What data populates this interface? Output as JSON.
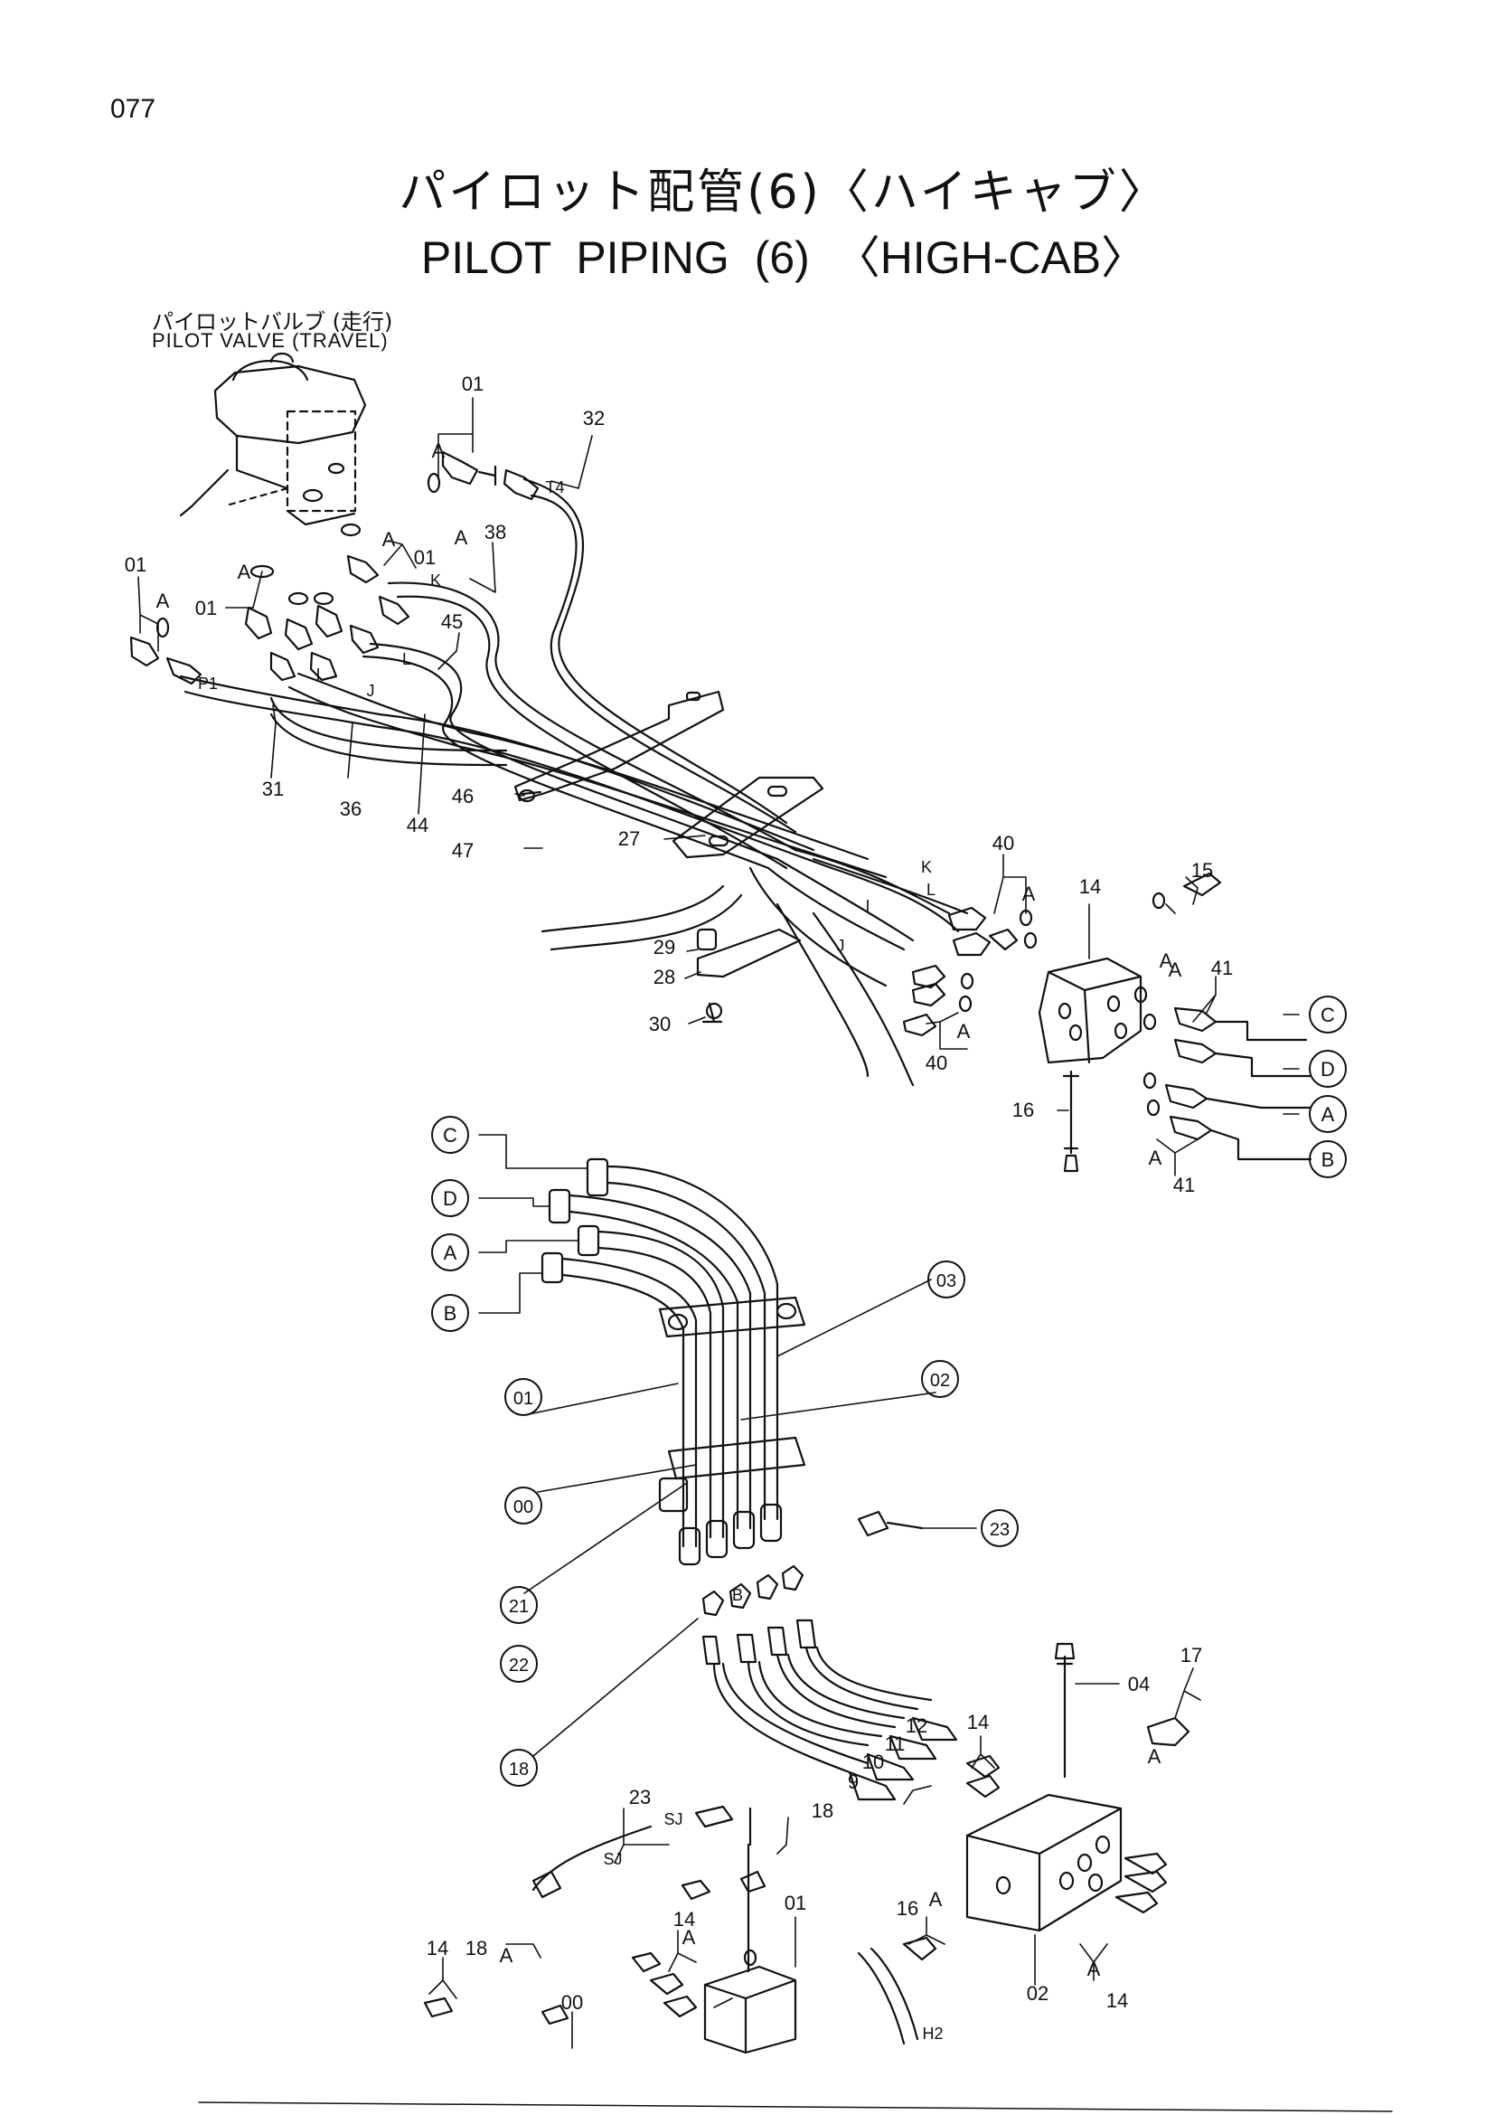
{
  "header": {
    "page_number": "077",
    "title_jp": "パイロット配管(6)〈ハイキャブ〉",
    "title_en": "PILOT   PIPING (6) 〈HIGH-CAB〉"
  },
  "component_label": {
    "jp": "パイロットバルブ (走行)",
    "en": "PILOT VALVE (TRAVEL)"
  },
  "part_numbers": [
    {
      "id": "01a",
      "text": "01"
    },
    {
      "id": "32",
      "text": "32"
    },
    {
      "id": "38",
      "text": "38"
    },
    {
      "id": "01b",
      "text": "01"
    },
    {
      "id": "01c",
      "text": "01"
    },
    {
      "id": "01d",
      "text": "01"
    },
    {
      "id": "45",
      "text": "45"
    },
    {
      "id": "31",
      "text": "31"
    },
    {
      "id": "36",
      "text": "36"
    },
    {
      "id": "44",
      "text": "44"
    },
    {
      "id": "46",
      "text": "46"
    },
    {
      "id": "47",
      "text": "47"
    },
    {
      "id": "27",
      "text": "27"
    },
    {
      "id": "29",
      "text": "29"
    },
    {
      "id": "28",
      "text": "28"
    },
    {
      "id": "30",
      "text": "30"
    },
    {
      "id": "40a",
      "text": "40"
    },
    {
      "id": "40b",
      "text": "40"
    },
    {
      "id": "14a",
      "text": "14"
    },
    {
      "id": "15",
      "text": "15"
    },
    {
      "id": "41a",
      "text": "41"
    },
    {
      "id": "16a",
      "text": "16"
    },
    {
      "id": "41b",
      "text": "41"
    },
    {
      "id": "04",
      "text": "04"
    },
    {
      "id": "17",
      "text": "17"
    },
    {
      "id": "14b",
      "text": "14"
    },
    {
      "id": "23",
      "text": "23"
    },
    {
      "id": "18a",
      "text": "18"
    },
    {
      "id": "14c",
      "text": "14"
    },
    {
      "id": "01e",
      "text": "01"
    },
    {
      "id": "16b",
      "text": "16"
    },
    {
      "id": "18b",
      "text": "18"
    },
    {
      "id": "14d",
      "text": "14"
    },
    {
      "id": "00",
      "text": "00"
    },
    {
      "id": "02",
      "text": "02"
    },
    {
      "id": "14e",
      "text": "14"
    },
    {
      "id": "n9",
      "text": "9"
    },
    {
      "id": "n10",
      "text": "10"
    },
    {
      "id": "n11",
      "text": "11"
    },
    {
      "id": "n12",
      "text": "12"
    }
  ],
  "port_letters": [
    "A",
    "A",
    "A",
    "A",
    "A",
    "A",
    "A",
    "A",
    "A",
    "A",
    "A",
    "A",
    "A",
    "A",
    "A"
  ],
  "hose_tags": [
    "T4",
    "K",
    "L",
    "I",
    "J",
    "P1",
    "K",
    "L",
    "I",
    "J",
    "SJ",
    "SJ",
    "H2",
    "B"
  ],
  "connector_callouts": [
    "C",
    "D",
    "A",
    "B",
    "C",
    "D",
    "A",
    "B"
  ],
  "circled_parts": [
    "03",
    "02",
    "01",
    "00",
    "23",
    "21",
    "22",
    "18"
  ]
}
